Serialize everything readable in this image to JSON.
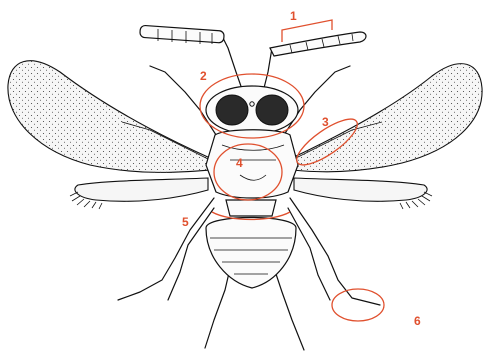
{
  "diagram": {
    "labels": [
      "1",
      "2",
      "3",
      "4",
      "5",
      "6"
    ],
    "colors": {
      "annotation": "#e0502e",
      "ink": "#111111",
      "paper": "#ffffff"
    }
  }
}
